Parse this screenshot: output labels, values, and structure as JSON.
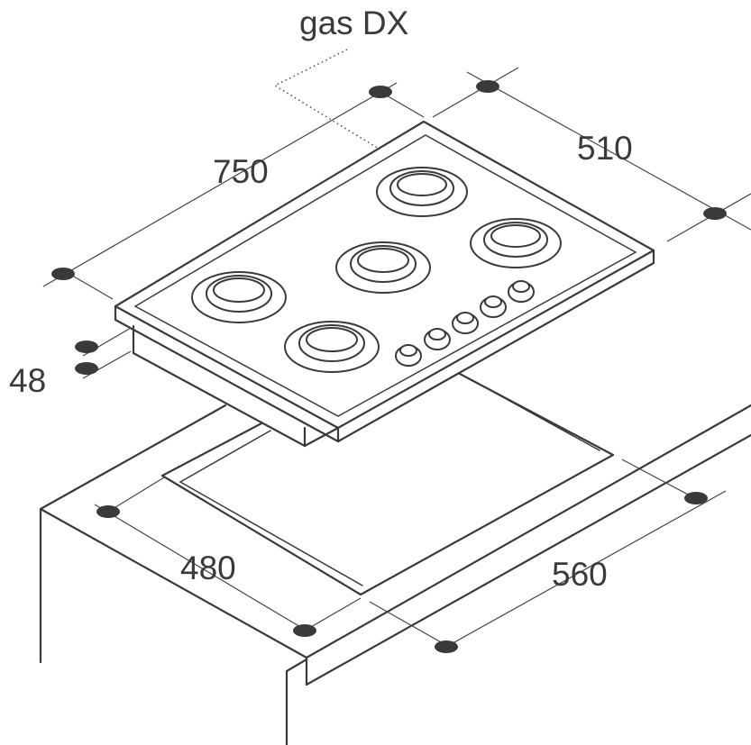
{
  "diagram": {
    "model_label": "gas DX",
    "dimensions": {
      "width": "750",
      "depth": "510",
      "height": "48",
      "cutout_depth": "480",
      "cutout_width": "560"
    }
  }
}
